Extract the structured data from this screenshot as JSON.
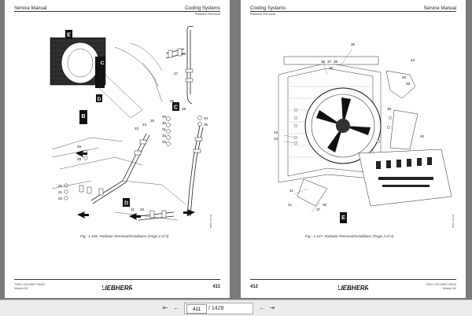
{
  "left_page": {
    "header_left": "Service Manual",
    "header_right": "Cooling Systems",
    "header_sub": "Radiator Removal",
    "caption": "Fig.: 1-166: Radiator Removal/Installation (Page 2 of 4)",
    "page_number": "411",
    "footer_code": "T282C-032-MN07-99443",
    "footer_version": "Version 3/0",
    "logo_text": "LIEBHERR",
    "side_code": "MN07-99443",
    "callout_letters": [
      "E",
      "C",
      "B",
      "D",
      "C",
      "D"
    ],
    "part_numbers": [
      "26",
      "27",
      "28",
      "29",
      "30",
      "31",
      "32",
      "33",
      "34",
      "35",
      "20",
      "21",
      "22",
      "23",
      "24",
      "25",
      "22",
      "21",
      "20",
      "26",
      "27",
      "28",
      "29"
    ]
  },
  "right_page": {
    "header_left": "Cooling Systems",
    "header_right": "Service Manual",
    "header_sub": "Radiator Removal",
    "caption": "Fig.: 1-167: Radiator Removal/Installation (Page 3 of 4)",
    "page_number": "412",
    "footer_code": "T282C-032-MN07-99443",
    "footer_version": "Version 3/0",
    "logo_text": "LIEBHERR",
    "side_code": "MN07-99443",
    "callout_letters": [
      "E"
    ],
    "part_numbers": [
      "35",
      "36",
      "37",
      "38",
      "39",
      "40",
      "41",
      "42",
      "43",
      "44",
      "40",
      "37",
      "36",
      "39",
      "38",
      "41"
    ]
  },
  "toolbar": {
    "current_page": "411",
    "total_pages": "/ 1428",
    "icons": [
      "first-page-icon",
      "prev-page-icon",
      "next-page-icon",
      "last-page-icon"
    ]
  }
}
